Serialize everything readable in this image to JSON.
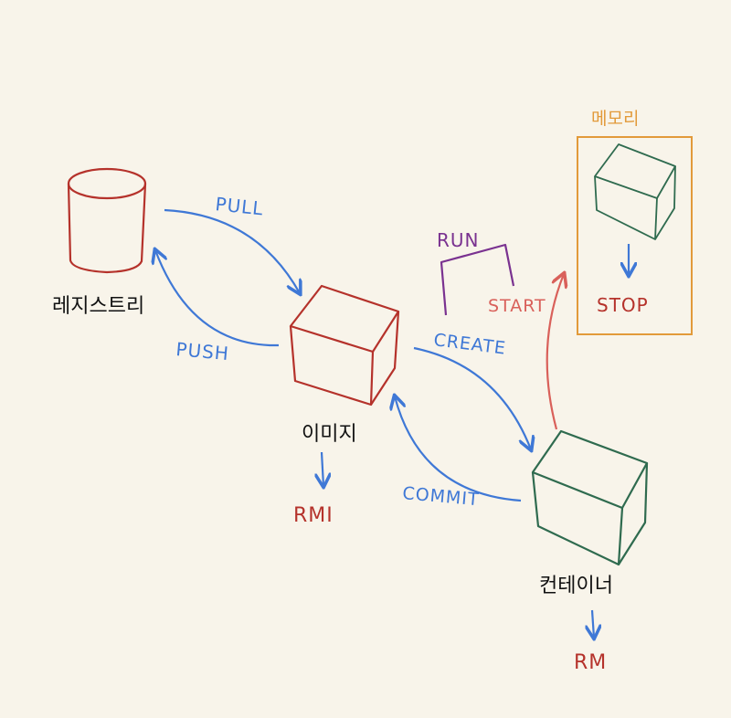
{
  "nodes": {
    "registry": {
      "label": "레지스트리",
      "color": "#b5322b"
    },
    "image": {
      "label": "이미지",
      "color": "#b5322b"
    },
    "container": {
      "label": "컨테이너",
      "color": "#2f6b4f"
    },
    "memory": {
      "label": "메모리",
      "color": "#e29a3a",
      "inner_color": "#2f6b4f"
    }
  },
  "edges": {
    "pull": {
      "label": "PULL",
      "color": "#3f78d6"
    },
    "push": {
      "label": "PUSH",
      "color": "#3f78d6"
    },
    "create": {
      "label": "CREATE",
      "color": "#3f78d6"
    },
    "commit": {
      "label": "COMMIT",
      "color": "#3f78d6"
    },
    "run": {
      "label": "RUN",
      "color": "#7a3290"
    },
    "start": {
      "label": "START",
      "color": "#d9605a"
    },
    "stop": {
      "label": "STOP",
      "color": "#b5322b"
    },
    "rmi": {
      "label": "RMI",
      "color": "#b5322b"
    },
    "rm": {
      "label": "RM",
      "color": "#b5322b"
    }
  },
  "colors": {
    "background": "#f8f4ea",
    "arrow_blue": "#3f78d6",
    "text_dark": "#111111"
  }
}
